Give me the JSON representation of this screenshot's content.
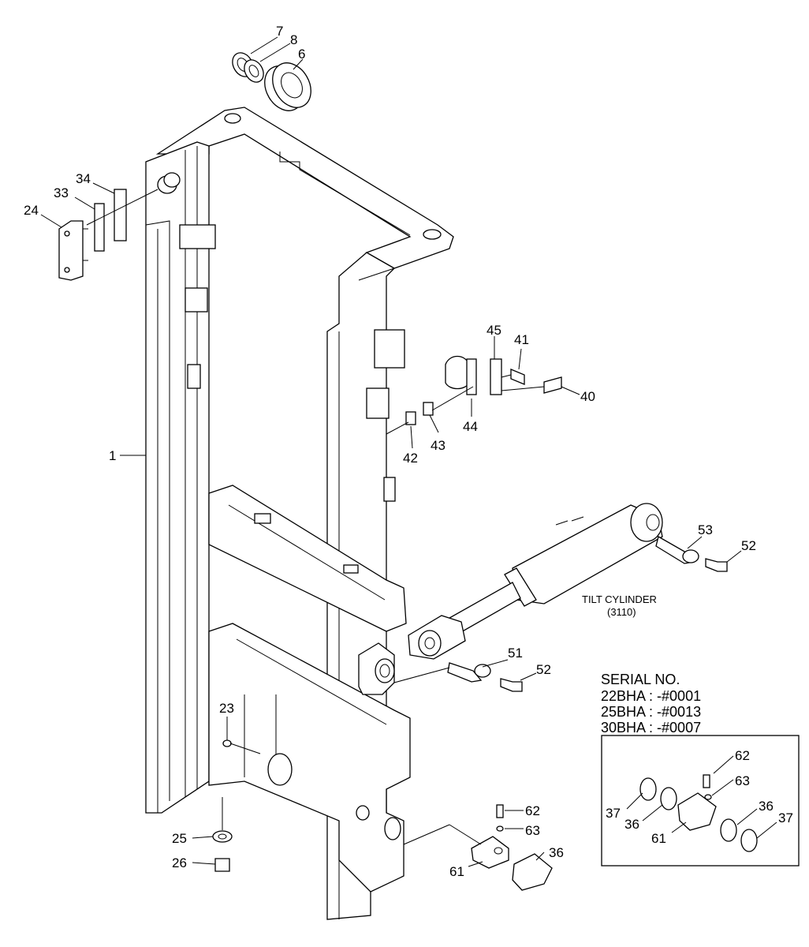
{
  "diagram": {
    "part_labels": [
      "7",
      "8",
      "6",
      "34",
      "33",
      "24",
      "1",
      "45",
      "41",
      "40",
      "44",
      "43",
      "42",
      "53",
      "52",
      "51",
      "52",
      "23",
      "25",
      "26",
      "62",
      "63",
      "61",
      "36"
    ],
    "tilt_cylinder": {
      "name": "TILT CYLINDER",
      "code": "(3110)"
    },
    "serial": {
      "title": "SERIAL NO.",
      "lines": [
        "22BHA : -#0001",
        "25BHA : -#0013",
        "30BHA : -#0007"
      ]
    },
    "inset_labels": [
      "62",
      "63",
      "37",
      "36",
      "61",
      "36",
      "37"
    ]
  }
}
